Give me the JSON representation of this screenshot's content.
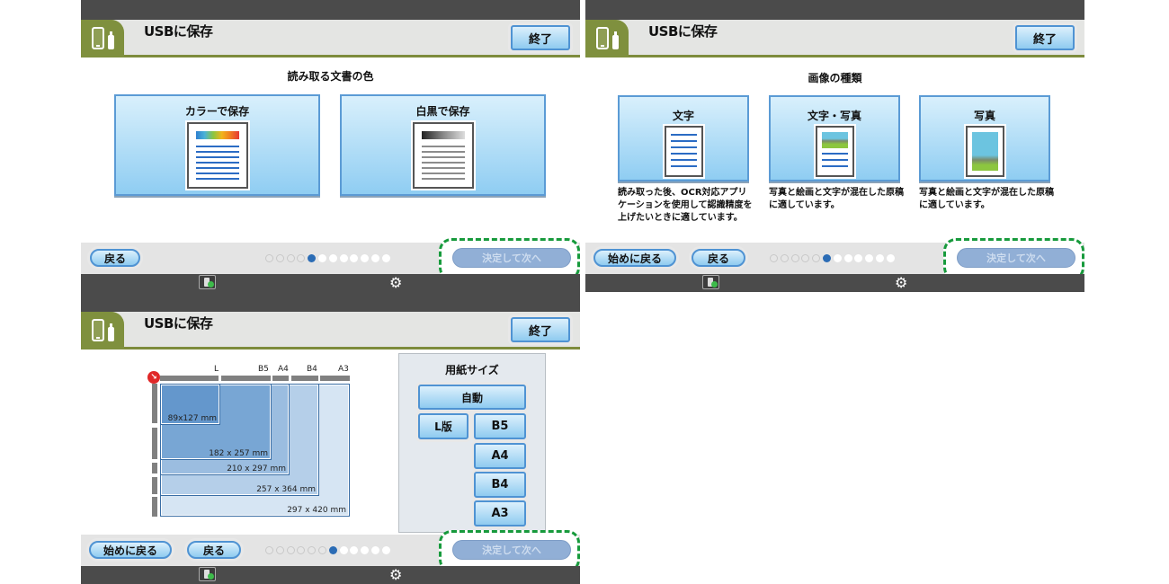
{
  "app_title": "USBに保存",
  "exit_label": "終了",
  "next_label": "決定して次へ",
  "back_label": "戻る",
  "start_over_label": "始めに戻る",
  "panel1": {
    "heading": "読み取る文書の色",
    "cards": [
      {
        "label": "カラーで保存"
      },
      {
        "label": "白黒で保存"
      }
    ],
    "pager": {
      "total": 12,
      "current": 5
    }
  },
  "panel2": {
    "heading": "画像の種類",
    "cards": [
      {
        "label": "文字",
        "desc": "読み取った後、OCR対応アプリケーションを使用して認識精度を上げたいときに適しています。"
      },
      {
        "label": "文字・写真",
        "desc": "写真と絵画と文字が混在した原稿に適しています。"
      },
      {
        "label": "写真",
        "desc": "写真と絵画と文字が混在した原稿に適しています。"
      }
    ],
    "pager": {
      "total": 12,
      "current": 6
    }
  },
  "panel3": {
    "size_panel_title": "用紙サイズ",
    "size_buttons": {
      "auto": "自動",
      "l": "L版",
      "b5": "B5",
      "a4": "A4",
      "b4": "B4",
      "a3": "A3"
    },
    "ruler_labels": [
      "L",
      "B5",
      "A4",
      "B4",
      "A3"
    ],
    "dimensions": [
      "89x127 mm",
      "182 x 257 mm",
      "210 x 297 mm",
      "257 x 364 mm",
      "297 x 420 mm"
    ],
    "pager": {
      "total": 12,
      "current": 7
    }
  },
  "colors": {
    "accent_green": "#179a3c",
    "active_dot": "#2b6cb5",
    "olive": "#7f903e"
  }
}
